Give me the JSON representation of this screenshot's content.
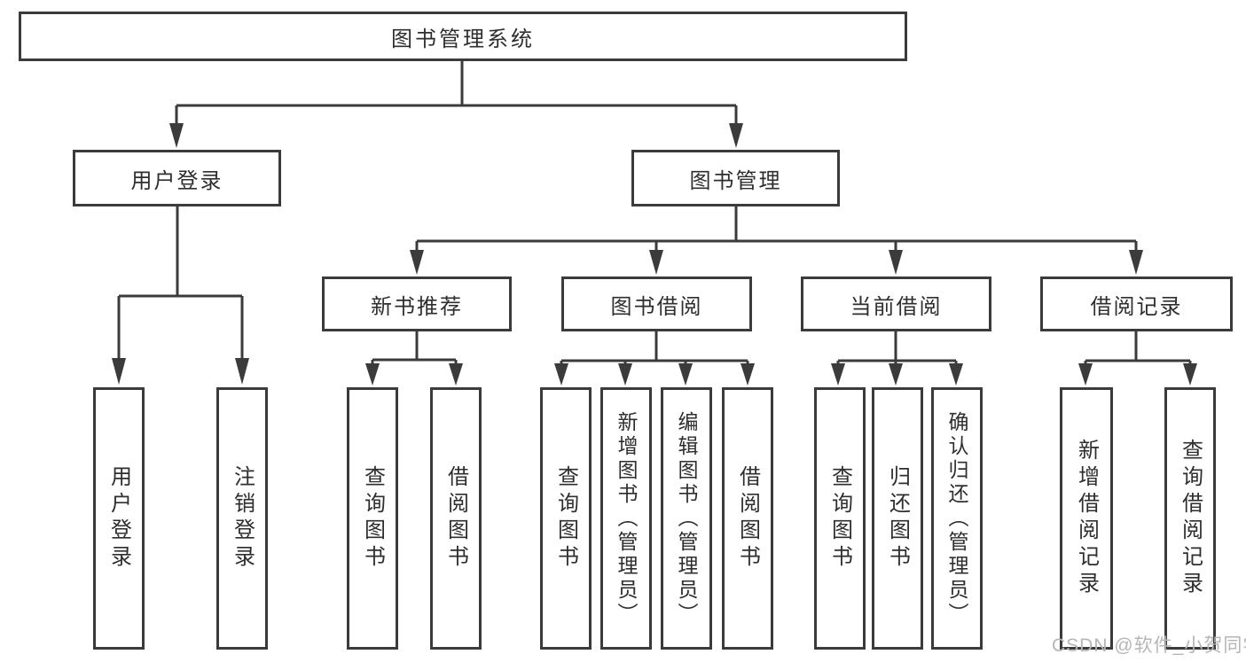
{
  "watermark": "CSDN @软件_小贺同学",
  "colors": {
    "line": "#3b3b3b",
    "box_border": "#3b3b3b",
    "text": "#2e2e2e",
    "watermark": "#b6b6b6",
    "background": "#ffffff"
  },
  "tree": {
    "root": {
      "label": "图书管理系统",
      "children": [
        {
          "label": "用户登录",
          "children": [
            {
              "label": "用户登录"
            },
            {
              "label": "注销登录"
            }
          ]
        },
        {
          "label": "图书管理",
          "children": [
            {
              "label": "新书推荐",
              "children": [
                {
                  "label": "查询图书"
                },
                {
                  "label": "借阅图书"
                }
              ]
            },
            {
              "label": "图书借阅",
              "children": [
                {
                  "label": "查询图书"
                },
                {
                  "label": "新增图书（管理员）"
                },
                {
                  "label": "编辑图书（管理员）"
                },
                {
                  "label": "借阅图书"
                }
              ]
            },
            {
              "label": "当前借阅",
              "children": [
                {
                  "label": "查询图书"
                },
                {
                  "label": "归还图书"
                },
                {
                  "label": "确认归还（管理员）"
                }
              ]
            },
            {
              "label": "借阅记录",
              "children": [
                {
                  "label": "新增借阅记录"
                },
                {
                  "label": "查询借阅记录"
                }
              ]
            }
          ]
        }
      ]
    }
  }
}
